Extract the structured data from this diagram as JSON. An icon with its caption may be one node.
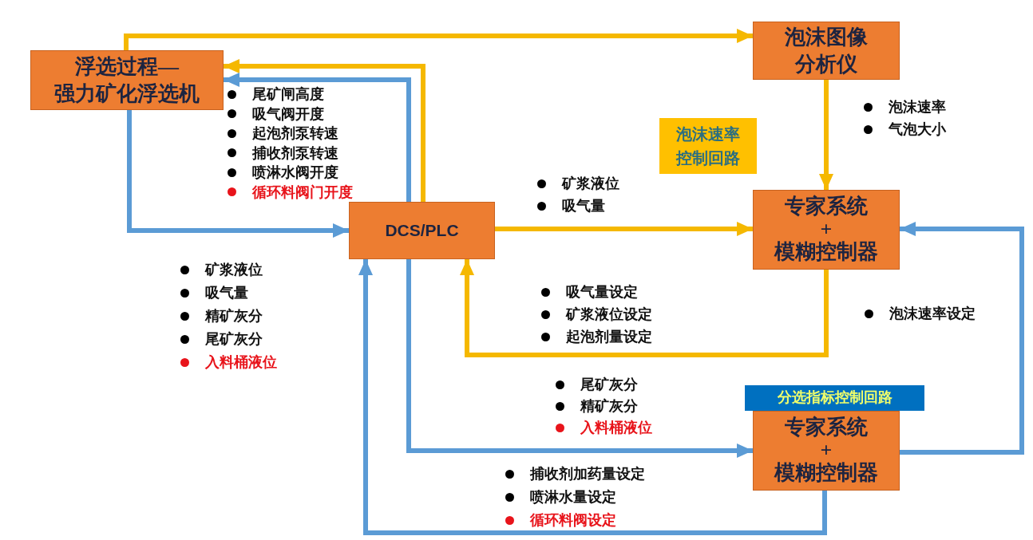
{
  "diagram": {
    "nodes": [
      {
        "text": [
          "浮选过程—",
          "强力矿化浮选机"
        ]
      },
      {
        "text": [
          "泡沫图像",
          "分析仪"
        ]
      },
      {
        "text": [
          "DCS/PLC"
        ]
      },
      {
        "text": [
          "专家系统",
          "+",
          "模糊控制器"
        ]
      },
      {
        "text": [
          "泡沫速率控制回路"
        ]
      },
      {
        "text": [
          "分选指标控制回路"
        ]
      },
      {
        "text": [
          "专家系统",
          "+",
          "模糊控制器"
        ]
      }
    ],
    "edges": [
      {
        "from": 0,
        "to": 1,
        "arrow": "to"
      },
      {
        "from": 2,
        "to": 0,
        "arrow": "to"
      },
      {
        "from": 2,
        "to": 0,
        "arrow": "to",
        "color": "#5b9bd5"
      },
      {
        "from": 0,
        "to": 2,
        "arrow": "to",
        "color": "#5b9bd5"
      },
      {
        "from": 1,
        "to": 3,
        "arrow": "to"
      },
      {
        "from": 2,
        "to": 3,
        "arrow": "to"
      },
      {
        "from": 3,
        "to": 2,
        "arrow": "to"
      },
      {
        "from": 2,
        "to": 6,
        "arrow": "to",
        "color": "#5b9bd5"
      },
      {
        "from": 6,
        "to": 2,
        "arrow": "to",
        "color": "#5b9bd5"
      },
      {
        "from": 6,
        "to": 3,
        "arrow": "to",
        "color": "#5b9bd5"
      }
    ],
    "labels": [
      "尾矿闸高度",
      "吸气阀开度",
      "起泡剂泵转速",
      "捕收剂泵转速",
      "喷淋水阀开度",
      "循环料阀门开度",
      "泡沫速率",
      "气泡大小",
      "矿浆液位",
      "吸气量",
      "矿浆液位",
      "吸气量",
      "精矿灰分",
      "尾矿灰分",
      "入料桶液位",
      "吸气量设定",
      "矿浆液位设定",
      "起泡剂量设定",
      "泡沫速率设定",
      "尾矿灰分",
      "精矿灰分",
      "入料桶液位",
      "捕收剂加药量设定",
      "喷淋水量设定",
      "循环料阀设定"
    ]
  }
}
